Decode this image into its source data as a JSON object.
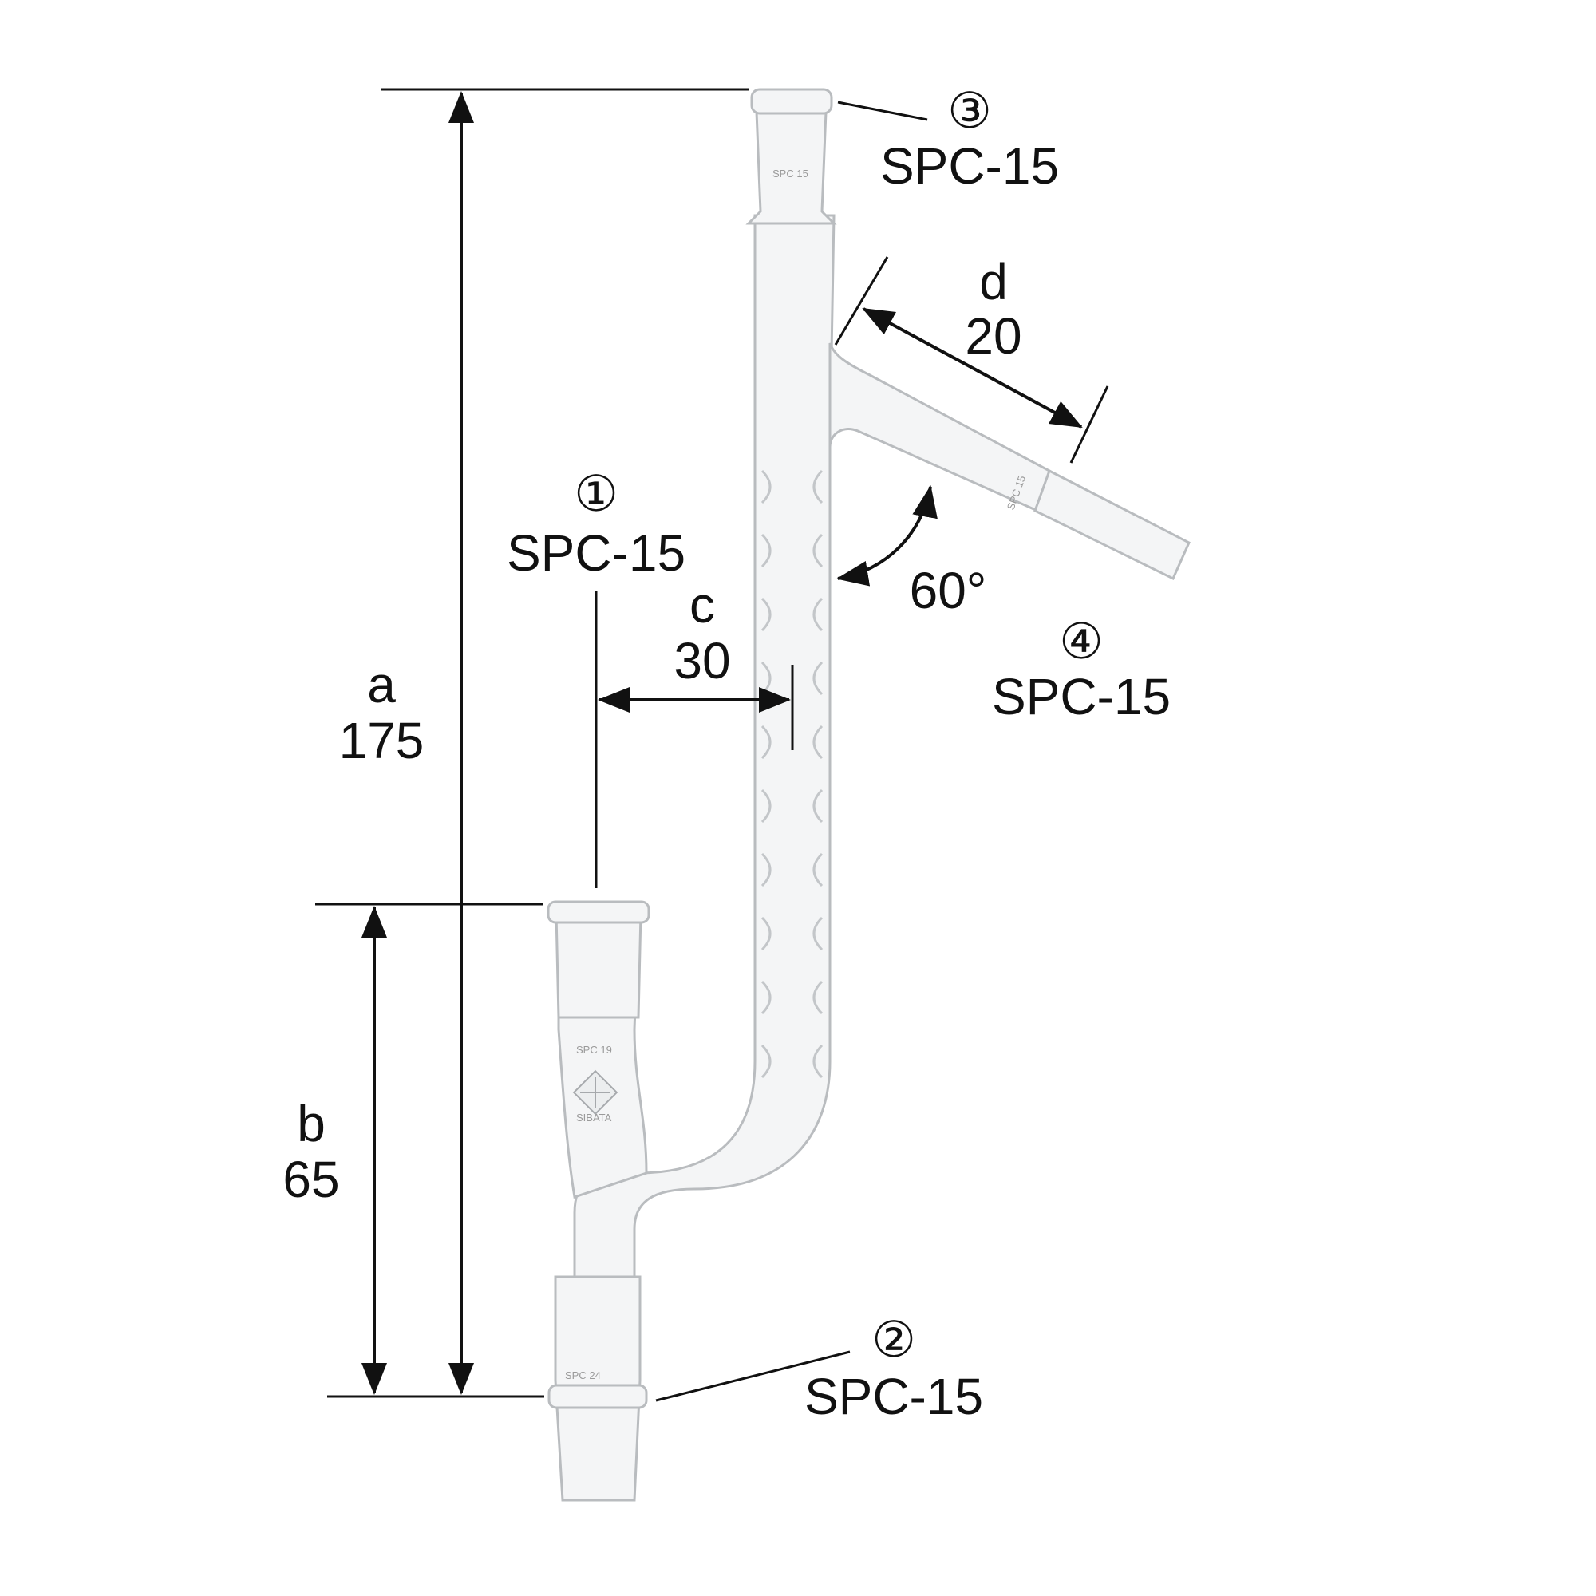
{
  "dimensions": {
    "a": {
      "letter": "a",
      "value": "175"
    },
    "b": {
      "letter": "b",
      "value": "65"
    },
    "c": {
      "letter": "c",
      "value": "30"
    },
    "d": {
      "letter": "d",
      "value": "20"
    },
    "angle": {
      "value": "60°"
    }
  },
  "ports": [
    {
      "number": "①",
      "spec": "SPC-15"
    },
    {
      "number": "②",
      "spec": "SPC-15"
    },
    {
      "number": "③",
      "spec": "SPC-15"
    },
    {
      "number": "④",
      "spec": "SPC-15"
    }
  ],
  "glass_markings": {
    "top_joint": "SPC 15",
    "side_joint": "SPC 15",
    "left_joint": "SPC 19",
    "bottom_joint": "SPC 24",
    "brand": "SIBATA"
  },
  "colors": {
    "ink": "#111111",
    "glass_fill": "#f4f5f6",
    "glass_edge": "#b9bcbf"
  }
}
